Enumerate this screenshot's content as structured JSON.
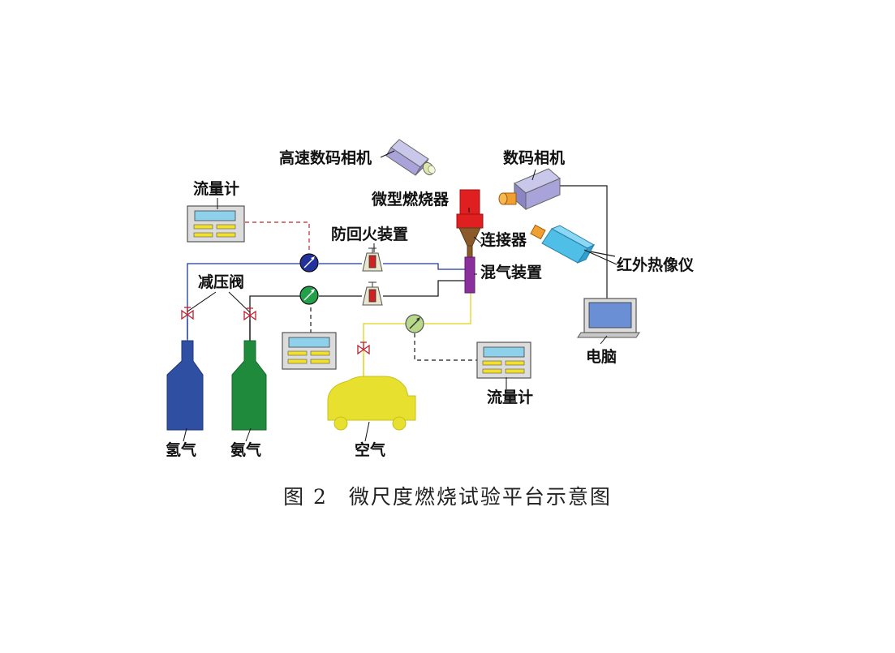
{
  "labels": {
    "high_speed_camera": "高速数码相机",
    "digital_camera": "数码相机",
    "flowmeter_top": "流量计",
    "micro_burner": "微型燃烧器",
    "flame_arrestor": "防回火装置",
    "connector": "连接器",
    "thermal_imager": "红外热像仪",
    "mixer": "混气装置",
    "pressure_valve": "减压阀",
    "computer": "电脑",
    "flowmeter_bottom": "流量计",
    "hydrogen": "氢气",
    "ammonia": "氨气",
    "air": "空气"
  },
  "caption": {
    "number": "图 2",
    "title": "微尺度燃烧试验平台示意图"
  },
  "colors": {
    "hydrogen_line": "#1c3a9c",
    "ammonia_line": "#1b1b1b",
    "air_line": "#e3d21a",
    "hydrogen_tank": "#2f4fa3",
    "ammonia_tank": "#1f8a3c",
    "air_compressor": "#e8e02e",
    "burner": "#e02020",
    "mixer": "#8a2f9c",
    "camera_body": "#a8a4d9",
    "thermal_body": "#4fbfe8",
    "valve": "#c02030"
  }
}
